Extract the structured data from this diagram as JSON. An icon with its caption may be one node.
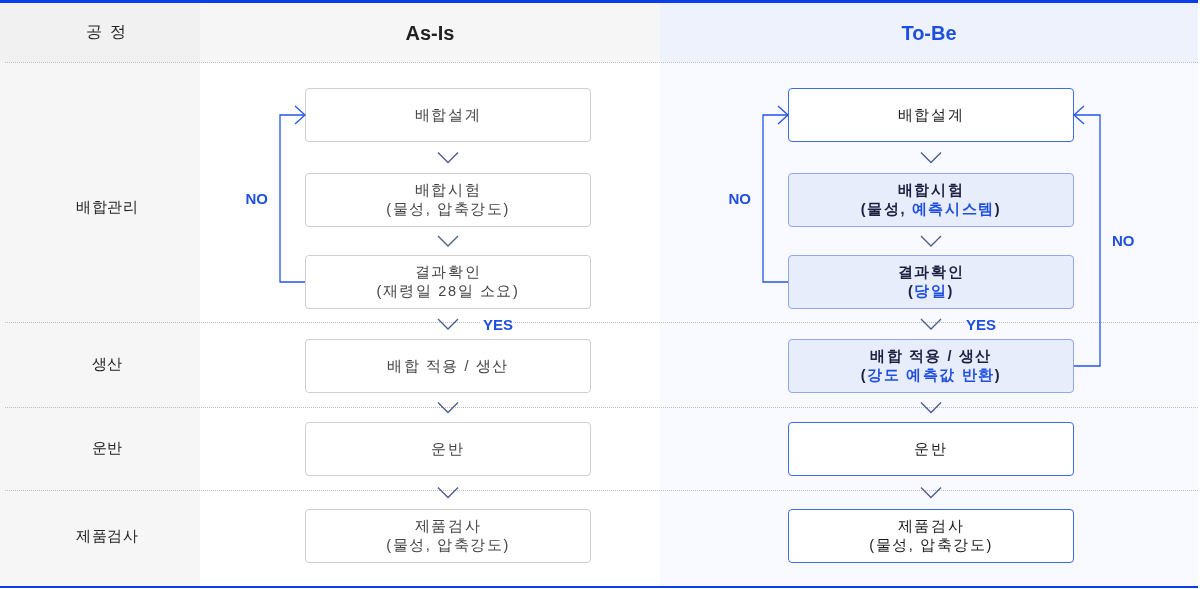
{
  "diagram": {
    "nodes": [
      {
        "text": [
          "As-Is"
        ]
      },
      {
        "text": [
          "배합설계"
        ],
        "in": 0
      },
      {
        "text": [
          "배합시험",
          "(물성, 압축강도)"
        ],
        "in": 0
      },
      {
        "text": [
          "결과확인",
          "(재령일 28일 소요)"
        ],
        "in": 0
      },
      {
        "text": [
          "배합 적용 / 생산"
        ],
        "in": 0
      },
      {
        "text": [
          "운반"
        ],
        "in": 0
      },
      {
        "text": [
          "제품검사",
          "(물성, 압축강도)"
        ],
        "in": 0
      },
      {
        "text": [
          "To-Be"
        ]
      },
      {
        "text": [
          "배합설계"
        ],
        "in": 7
      },
      {
        "text": [
          "배합시험",
          "(물성, **예측시스템**)"
        ],
        "in": 7
      },
      {
        "text": [
          "결과확인",
          "(**당일**)"
        ],
        "in": 7
      },
      {
        "text": [
          "배합 적용 / 생산",
          "(**강도 예측값 반환**)"
        ],
        "in": 7
      },
      {
        "text": [
          "운반"
        ],
        "in": 7
      },
      {
        "text": [
          "제품검사",
          "(물성, 압축강도)"
        ],
        "in": 7
      }
    ],
    "edges": [
      {
        "from": 1,
        "to": 2,
        "arrow": "to"
      },
      {
        "from": 2,
        "to": 3,
        "arrow": "to"
      },
      {
        "from": 3,
        "to": 1,
        "arrow": "to",
        "label": "NO",
        "color": "#2456e6"
      },
      {
        "from": 3,
        "to": 4,
        "arrow": "to",
        "label": "YES"
      },
      {
        "from": 4,
        "to": 5,
        "arrow": "to"
      },
      {
        "from": 5,
        "to": 6,
        "arrow": "to"
      },
      {
        "from": 8,
        "to": 9,
        "arrow": "to"
      },
      {
        "from": 9,
        "to": 10,
        "arrow": "to"
      },
      {
        "from": 10,
        "to": 8,
        "arrow": "to",
        "label": "NO",
        "color": "#2456e6"
      },
      {
        "from": 10,
        "to": 11,
        "arrow": "to",
        "label": "YES"
      },
      {
        "from": 11,
        "to": 8,
        "arrow": "to",
        "label": "NO",
        "color": "#2456e6"
      },
      {
        "from": 11,
        "to": 12,
        "arrow": "to"
      },
      {
        "from": 12,
        "to": 13,
        "arrow": "to"
      }
    ],
    "labels": [
      "공 정",
      "배합관리",
      "생산",
      "운반",
      "제품검사"
    ]
  }
}
